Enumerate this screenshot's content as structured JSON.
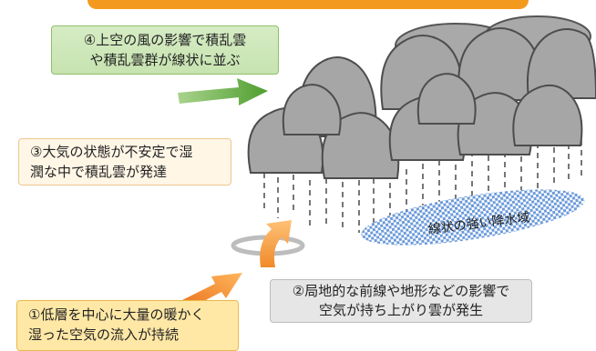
{
  "callouts": {
    "step4": {
      "line1": "④上空の風の影響で積乱雲",
      "line2": "や積乱雲群が線状に並ぶ"
    },
    "step3": {
      "line1": "③大気の状態が不安定で湿",
      "line2": "潤な中で積乱雲が発達"
    },
    "step2": {
      "line1": "②局地的な前線や地形などの影響で",
      "line2": "空気が持ち上がり雲が発生"
    },
    "step1": {
      "line1": "①低層を中心に大量の暖かく",
      "line2": "湿った空気の流入が持続"
    }
  },
  "rain_area_label": "線状の強い降水域",
  "colors": {
    "banner": "#f39a1e",
    "cloud": "#a6a6a6",
    "cloud_dark": "#555555",
    "green_arrow": "#5fae3b",
    "orange_arrow": "#f0882a",
    "rain_band": "#5b8fd6"
  }
}
